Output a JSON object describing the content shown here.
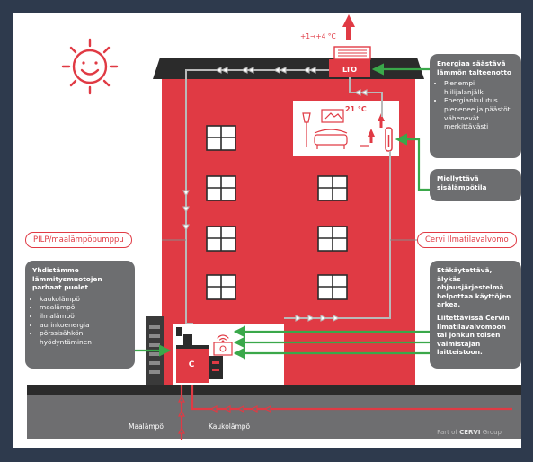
{
  "colors": {
    "frame": "#2e3a4d",
    "background": "#ffffff",
    "building_red": "#e03a44",
    "roof": "#2b2b2b",
    "ground": "#6e6e70",
    "pipe_grey": "#b9b9b9",
    "arrow_green": "#3aa84a",
    "box_grey": "#6d6e70"
  },
  "icons": [
    "sun-icon",
    "heat-arrow-icon",
    "warm-air-arrow-icon",
    "thermostat-icon",
    "wifi-icon",
    "radiator-icon"
  ],
  "top": {
    "exhaust_temp": "+1→+4 °C",
    "lto_label": "LTO",
    "room_temp": "21 °C"
  },
  "boxes": {
    "energy": {
      "title": "Energiaa säästävä lämmön talteenotto",
      "bullets": [
        "Pienempi hiilijalanjälki",
        "Energiankulutus pienenee ja päästöt vähenevät merkittävästi"
      ]
    },
    "comfort": {
      "title": "Miellyttävä sisälämpötila"
    },
    "heating": {
      "title": "Yhdistämme lämmitysmuotojen parhaat puolet",
      "bullets": [
        "kaukolämpö",
        "maalämpö",
        "ilmalämpö",
        "aurinkoenergia",
        "pörssisähkön hyödyntäminen"
      ]
    },
    "remote": {
      "para1": "Etäkäytettävä, älykäs ohjausjärjestelmä helpottaa käyttöjen arkea.",
      "para2": "Liitettävissä Cervin Ilmatilavalvomoon tai jonkun toisen valmistajan laitteistoon."
    }
  },
  "pills": {
    "left": "PILP/maalämpöpumppu",
    "right": "Cervi Ilmatilavalvomo"
  },
  "boiler_label": "C",
  "ground": {
    "left": "Maalämpö",
    "right": "Kaukolämpö",
    "brand_prefix": "Part of",
    "brand_name": "CERVI",
    "brand_suffix": "Group"
  }
}
